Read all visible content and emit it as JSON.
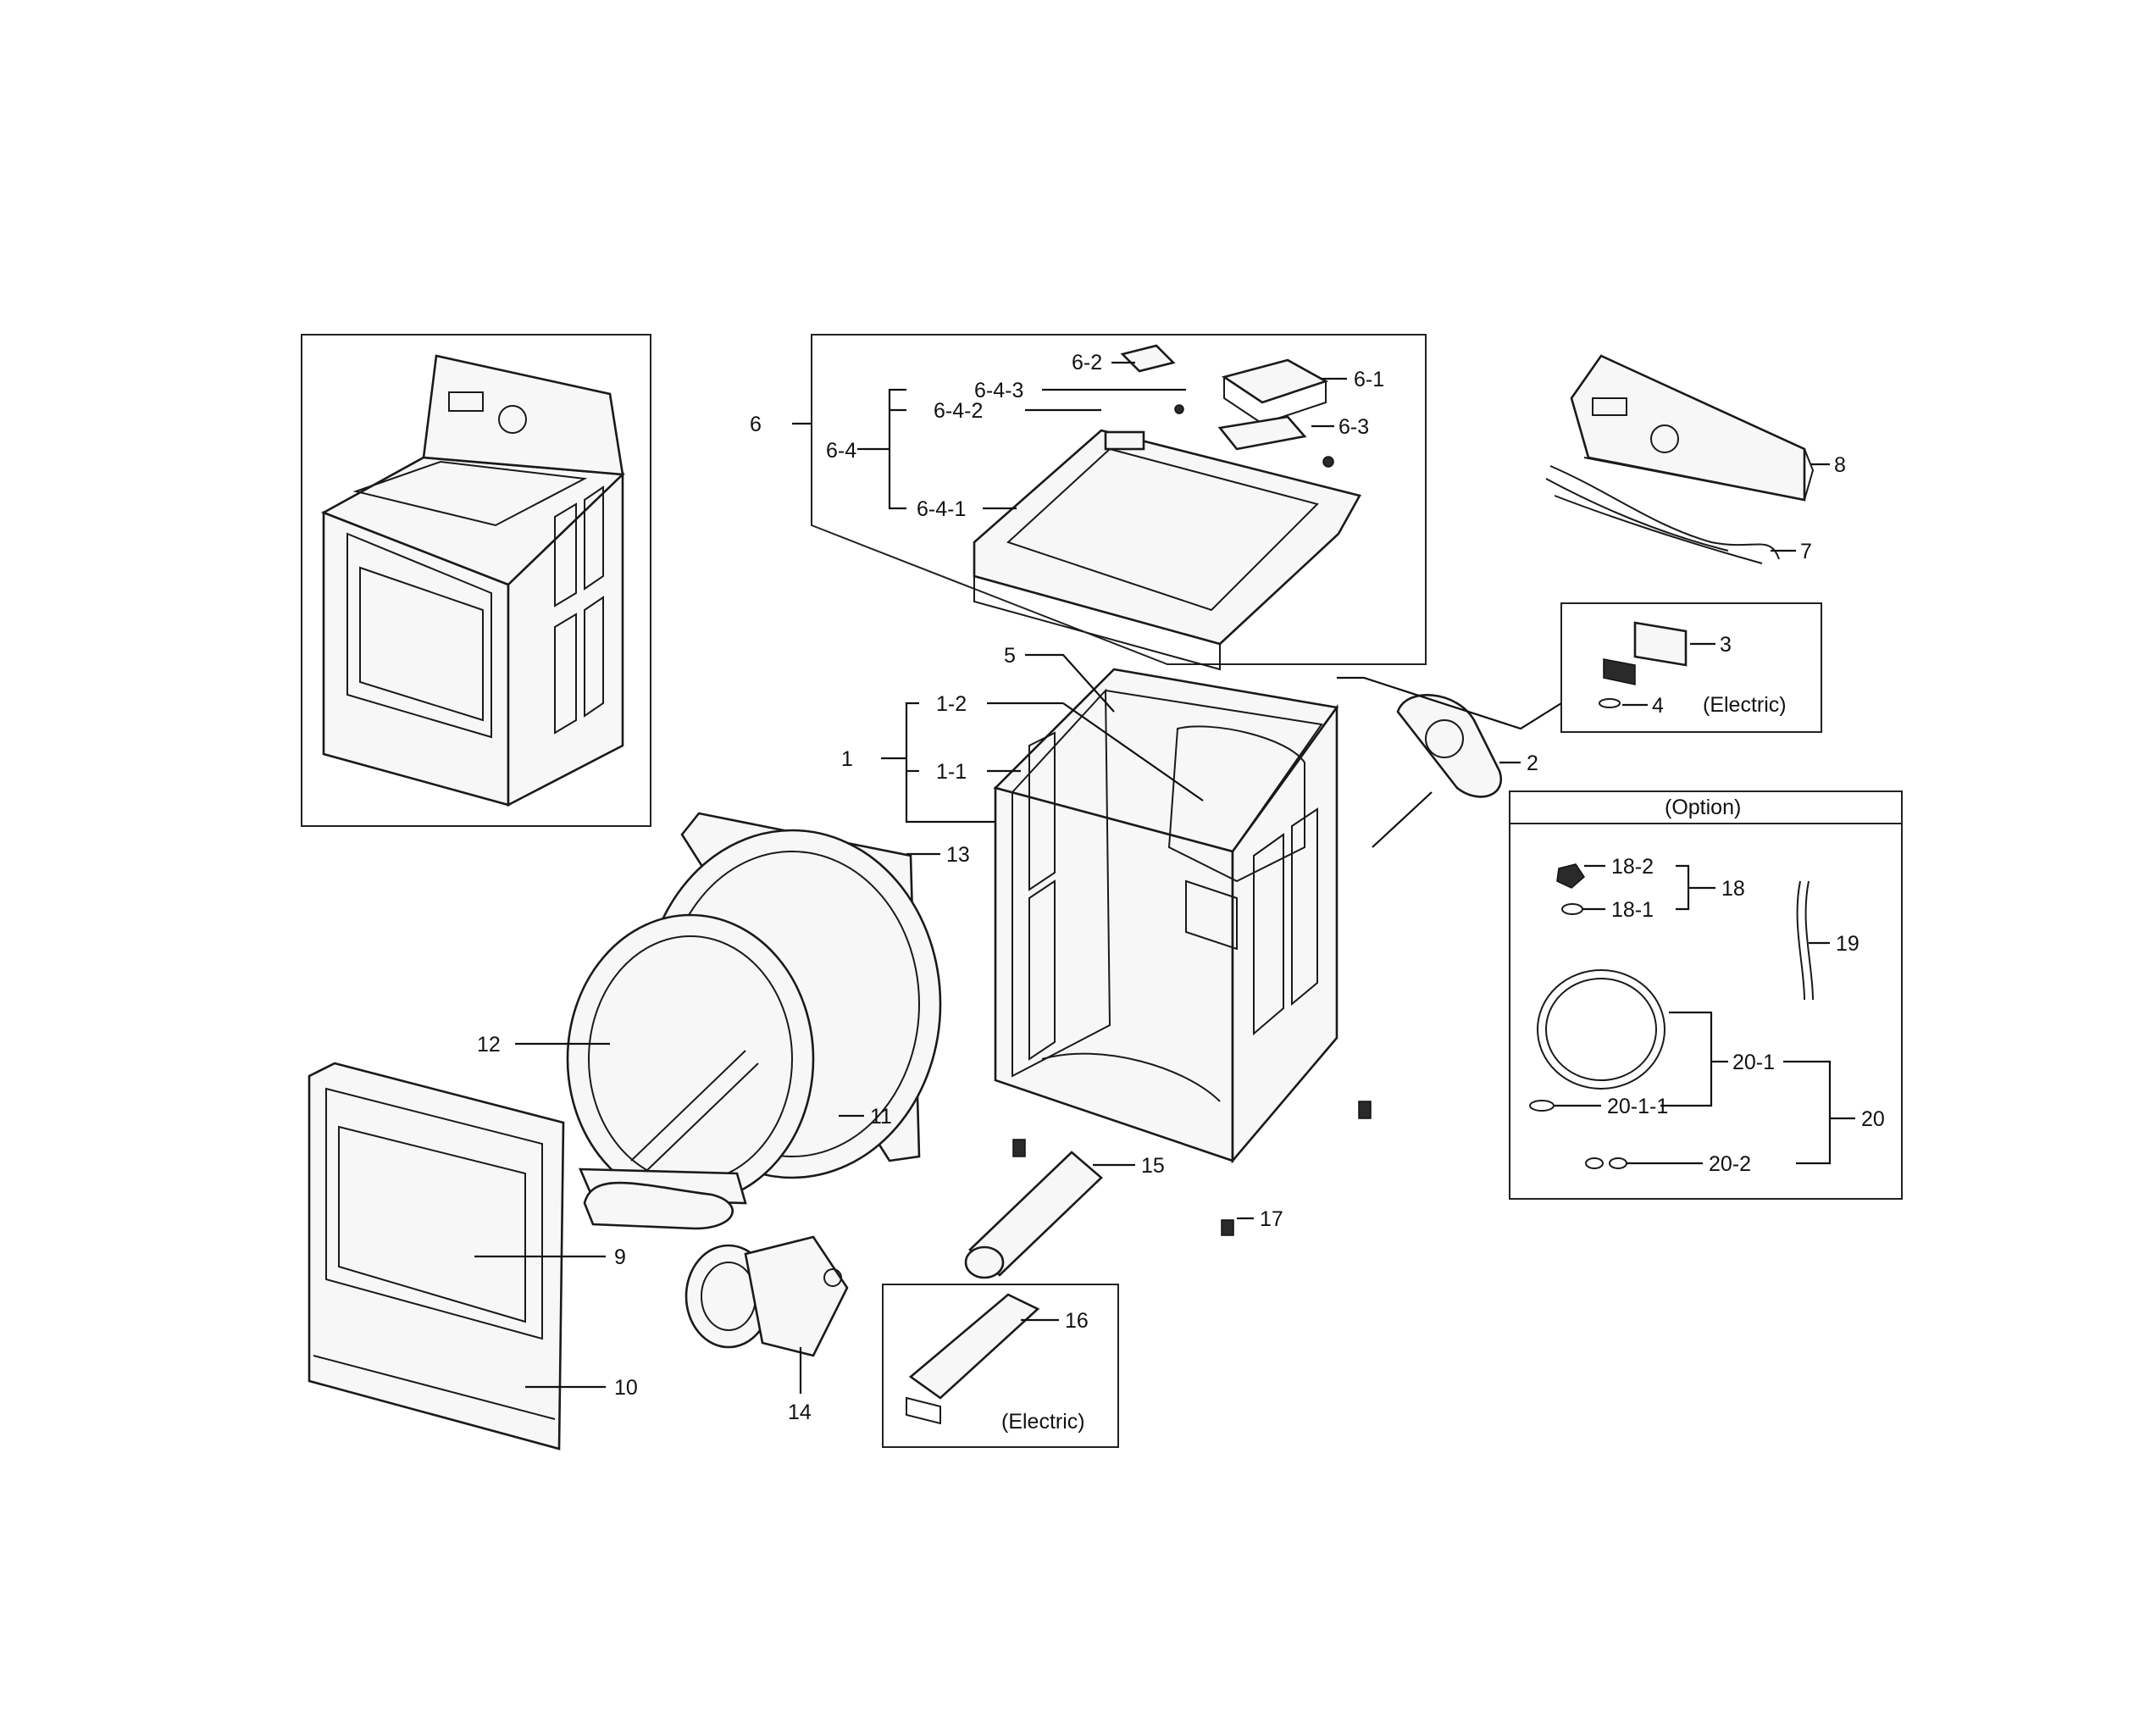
{
  "labels": {
    "p1": "1",
    "p1_1": "1-1",
    "p1_2": "1-2",
    "p2": "2",
    "p3": "3",
    "p4": "4",
    "p5": "5",
    "p6": "6",
    "p6_1": "6-1",
    "p6_2": "6-2",
    "p6_3": "6-3",
    "p6_4": "6-4",
    "p6_4_1": "6-4-1",
    "p6_4_2": "6-4-2",
    "p6_4_3": "6-4-3",
    "p7": "7",
    "p8": "8",
    "p9": "9",
    "p10": "10",
    "p11": "11",
    "p12": "12",
    "p13": "13",
    "p14": "14",
    "p15": "15",
    "p16": "16",
    "p17": "17",
    "p18": "18",
    "p18_1": "18-1",
    "p18_2": "18-2",
    "p19": "19",
    "p20": "20",
    "p20_1": "20-1",
    "p20_1_1": "20-1-1",
    "p20_2": "20-2"
  },
  "notes": {
    "electric_heater_box": "(Electric)",
    "electric_sensor_box": "(Electric)",
    "option_box": "(Option)"
  }
}
